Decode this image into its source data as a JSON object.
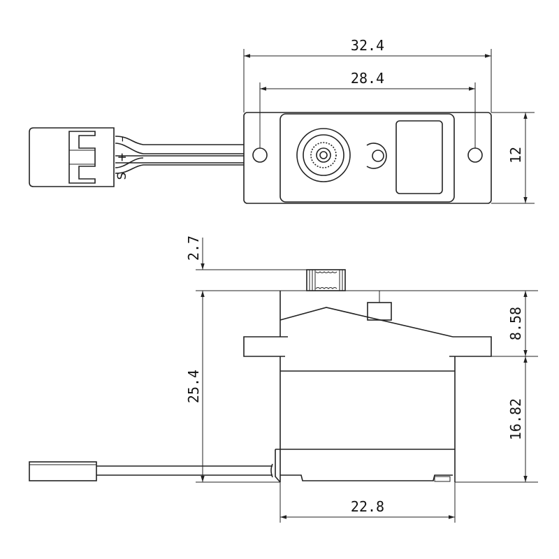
{
  "dimensions": {
    "overall_length": "32.4",
    "hole_spacing": "28.4",
    "width": "12",
    "spline_height": "2.7",
    "body_height": "25.4",
    "upper_height": "8.58",
    "lower_height": "16.82",
    "body_length": "22.8"
  },
  "connector": {
    "pins": [
      "S",
      "+",
      "–"
    ]
  },
  "colors": {
    "line": "#222222",
    "background": "#ffffff"
  }
}
